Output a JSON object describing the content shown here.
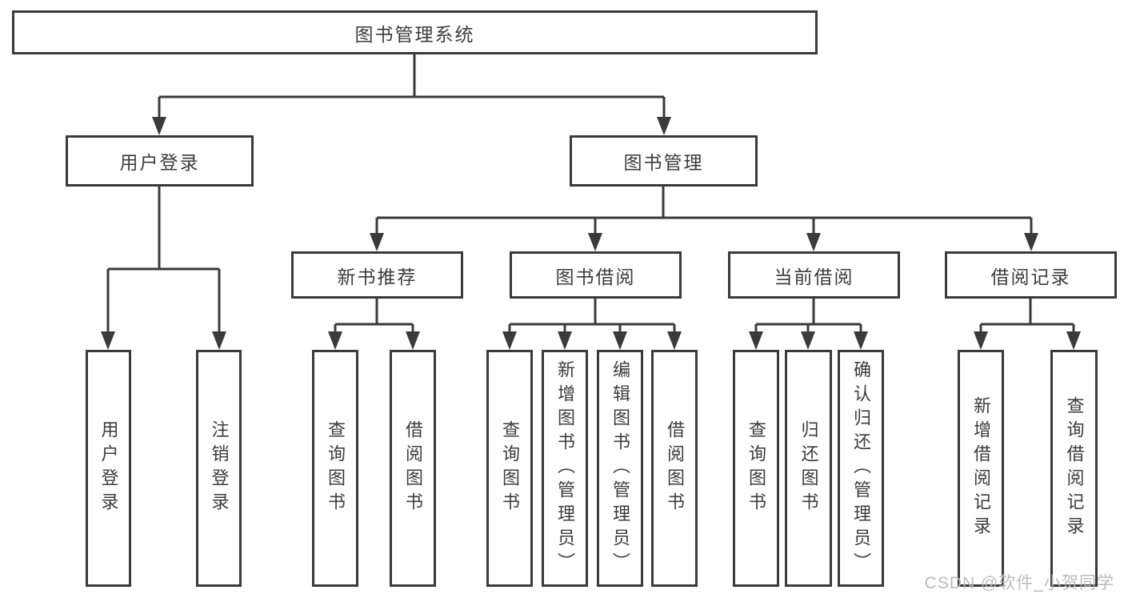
{
  "tree": {
    "root": {
      "label": "图书管理系统"
    },
    "level2": [
      {
        "label": "用户登录"
      },
      {
        "label": "图书管理"
      }
    ],
    "level3": [
      {
        "label": "新书推荐"
      },
      {
        "label": "图书借阅"
      },
      {
        "label": "当前借阅"
      },
      {
        "label": "借阅记录"
      }
    ],
    "leaves": {
      "user_login": [
        "用户登录",
        "注销登录"
      ],
      "new_book": [
        "查询图书",
        "借阅图书"
      ],
      "book_borrow": [
        "查询图书",
        "新增图书（管理员）",
        "编辑图书（管理员）",
        "借阅图书"
      ],
      "current_borrow": [
        "查询图书",
        "归还图书",
        "确认归还（管理员）"
      ],
      "borrow_record": [
        "新增借阅记录",
        "查询借阅记录"
      ]
    }
  },
  "watermark": {
    "text": "CSDN @软件_小贺同学"
  },
  "colors": {
    "line": "#3a3a3a",
    "border": "#3a3a3a",
    "text": "#3c3c3c",
    "background": "#ffffff",
    "watermark": "#b8b8b8"
  }
}
